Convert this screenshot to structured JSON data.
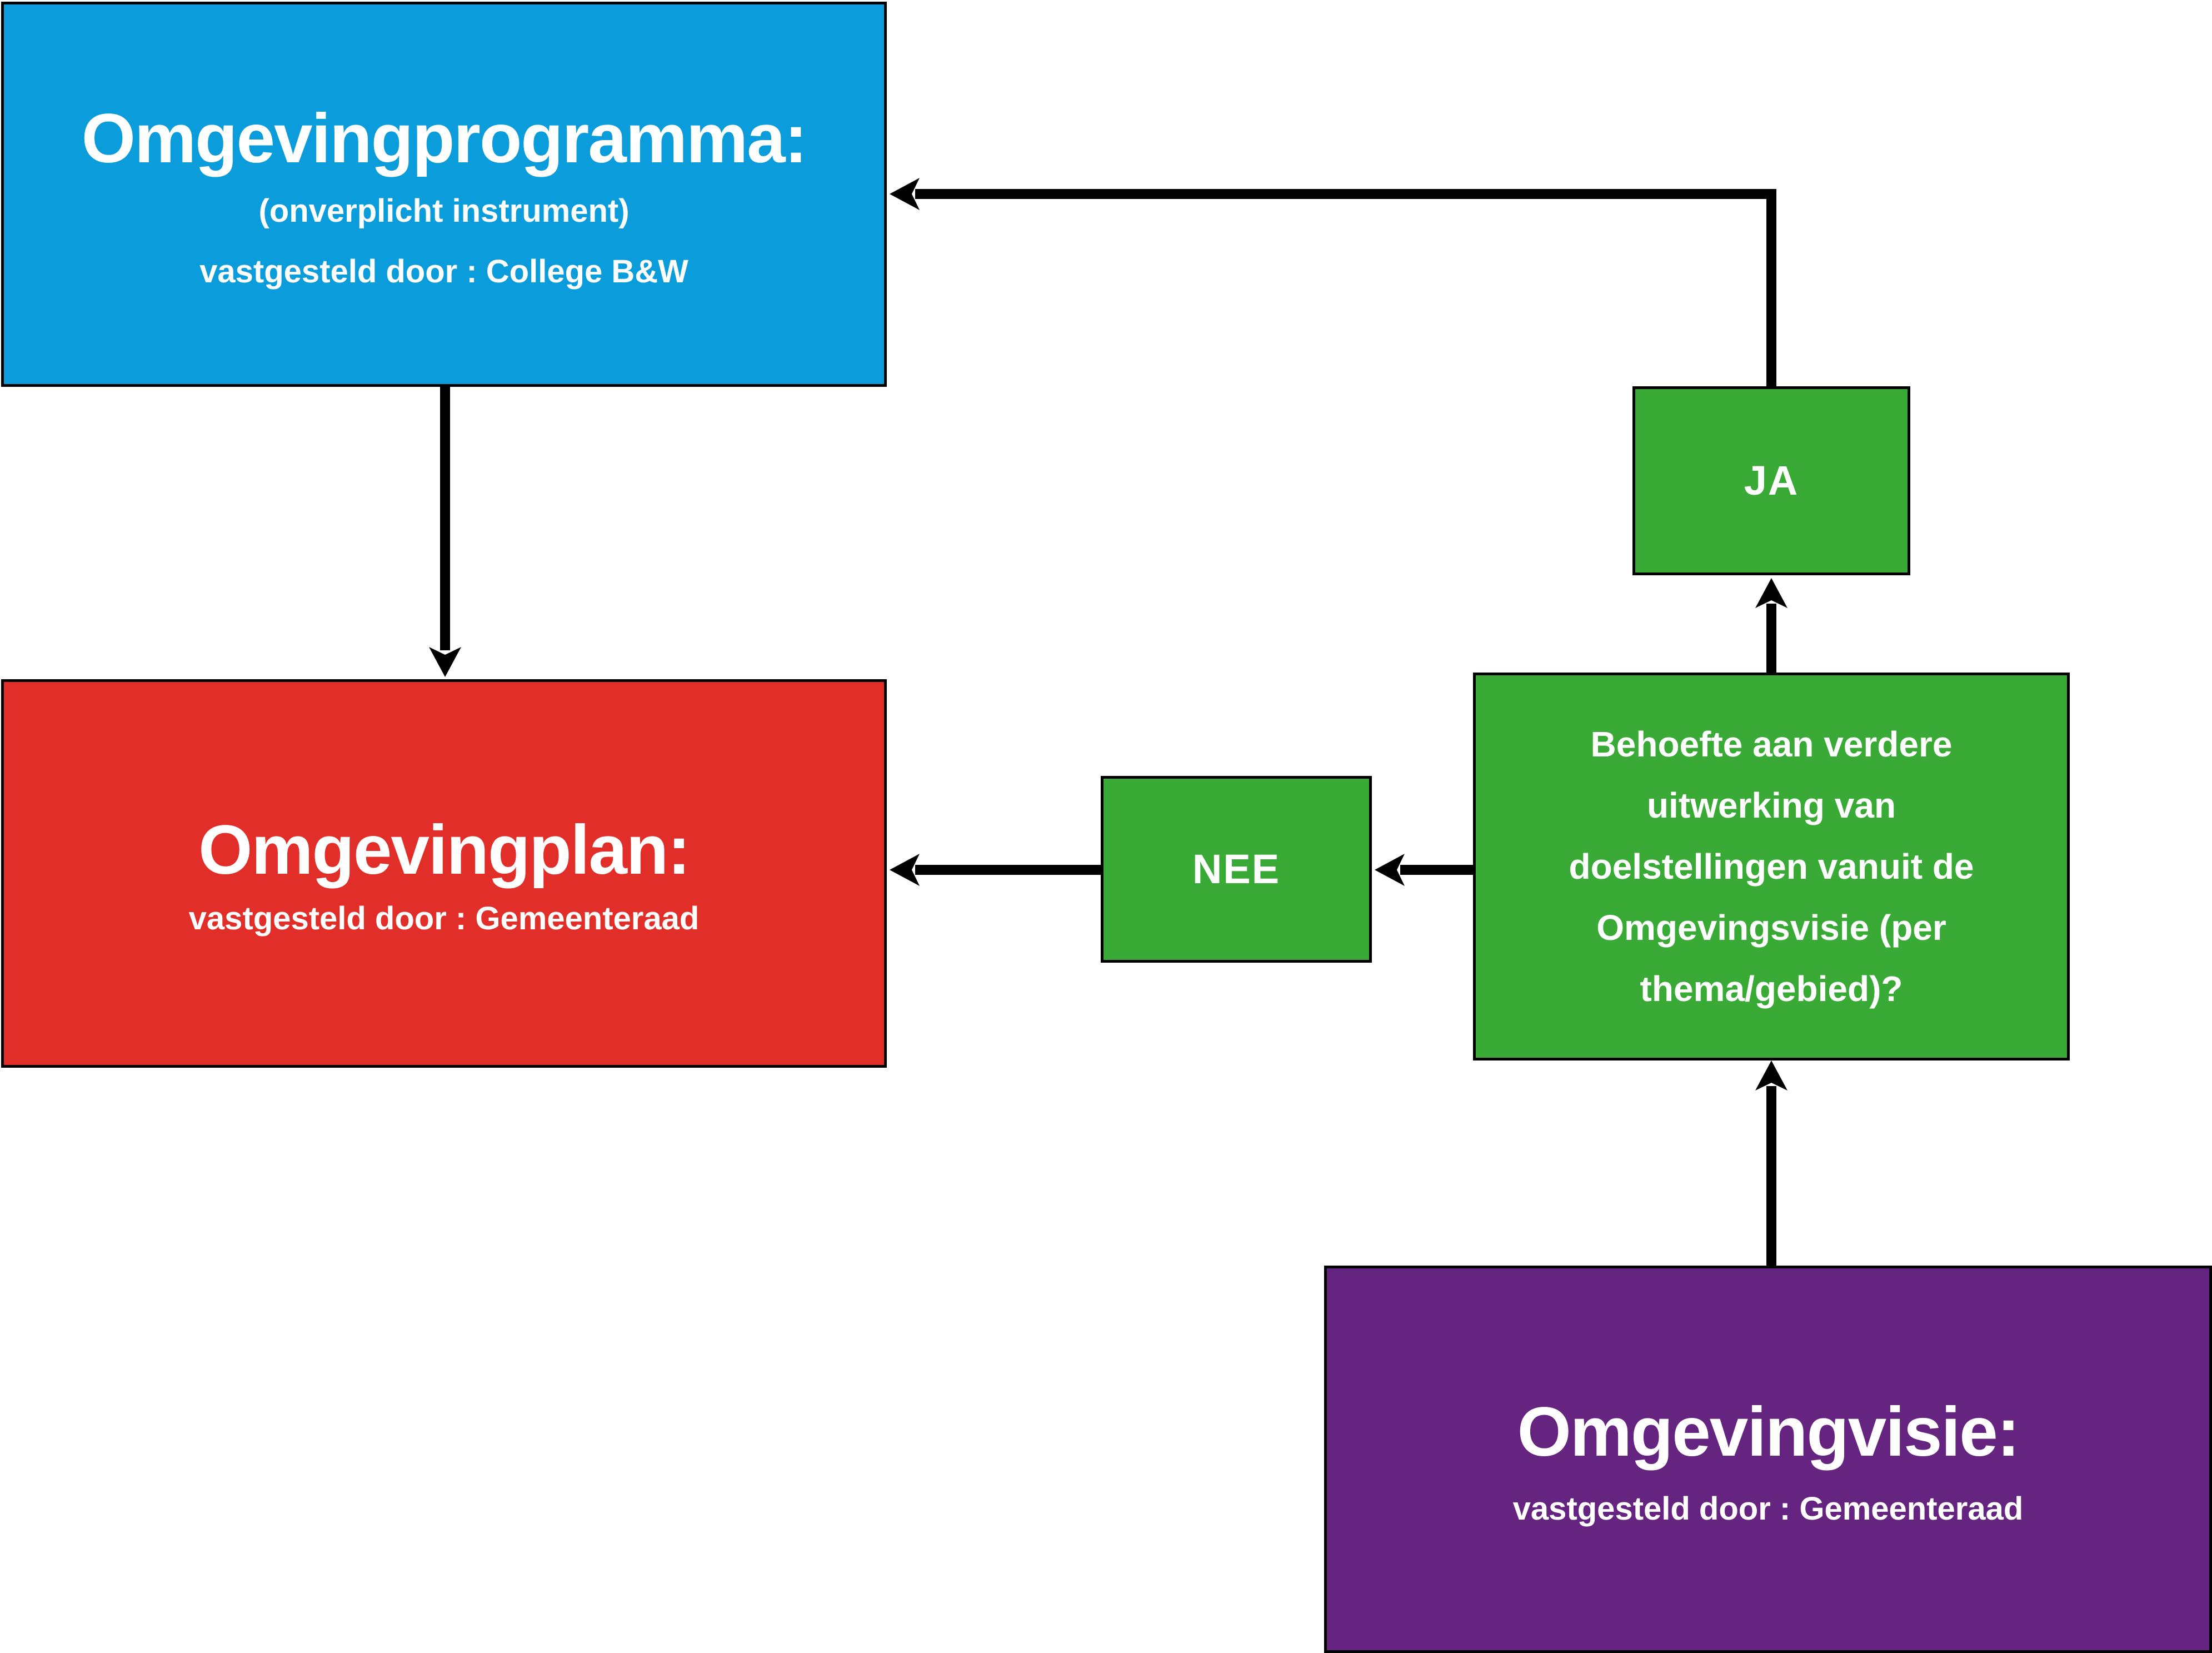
{
  "colors": {
    "blue": "#0A9CDB",
    "red": "#E22E29",
    "green": "#3AAA36",
    "purple": "#662481",
    "arrow": "#000000",
    "border": "#000000",
    "text": "#FFFFFF",
    "background": "#FFFFFF"
  },
  "nodes": {
    "omgevingprogramma": {
      "title": "Omgevingprogramma:",
      "line1": "(onverplicht instrument)",
      "line2": "vastgesteld door : College B&W"
    },
    "omgevingplan": {
      "title": "Omgevingplan:",
      "subtitle": "vastgesteld door : Gemeenteraad"
    },
    "ja": {
      "label": "JA"
    },
    "nee": {
      "label": "NEE"
    },
    "vraag": {
      "lines": [
        "Behoefte aan verdere",
        "uitwerking van",
        "doelstellingen vanuit de",
        "Omgevingsvisie (per",
        "thema/gebied)?"
      ]
    },
    "omgevingvisie": {
      "title": "Omgevingvisie:",
      "subtitle": "vastgesteld door : Gemeenteraad"
    }
  }
}
